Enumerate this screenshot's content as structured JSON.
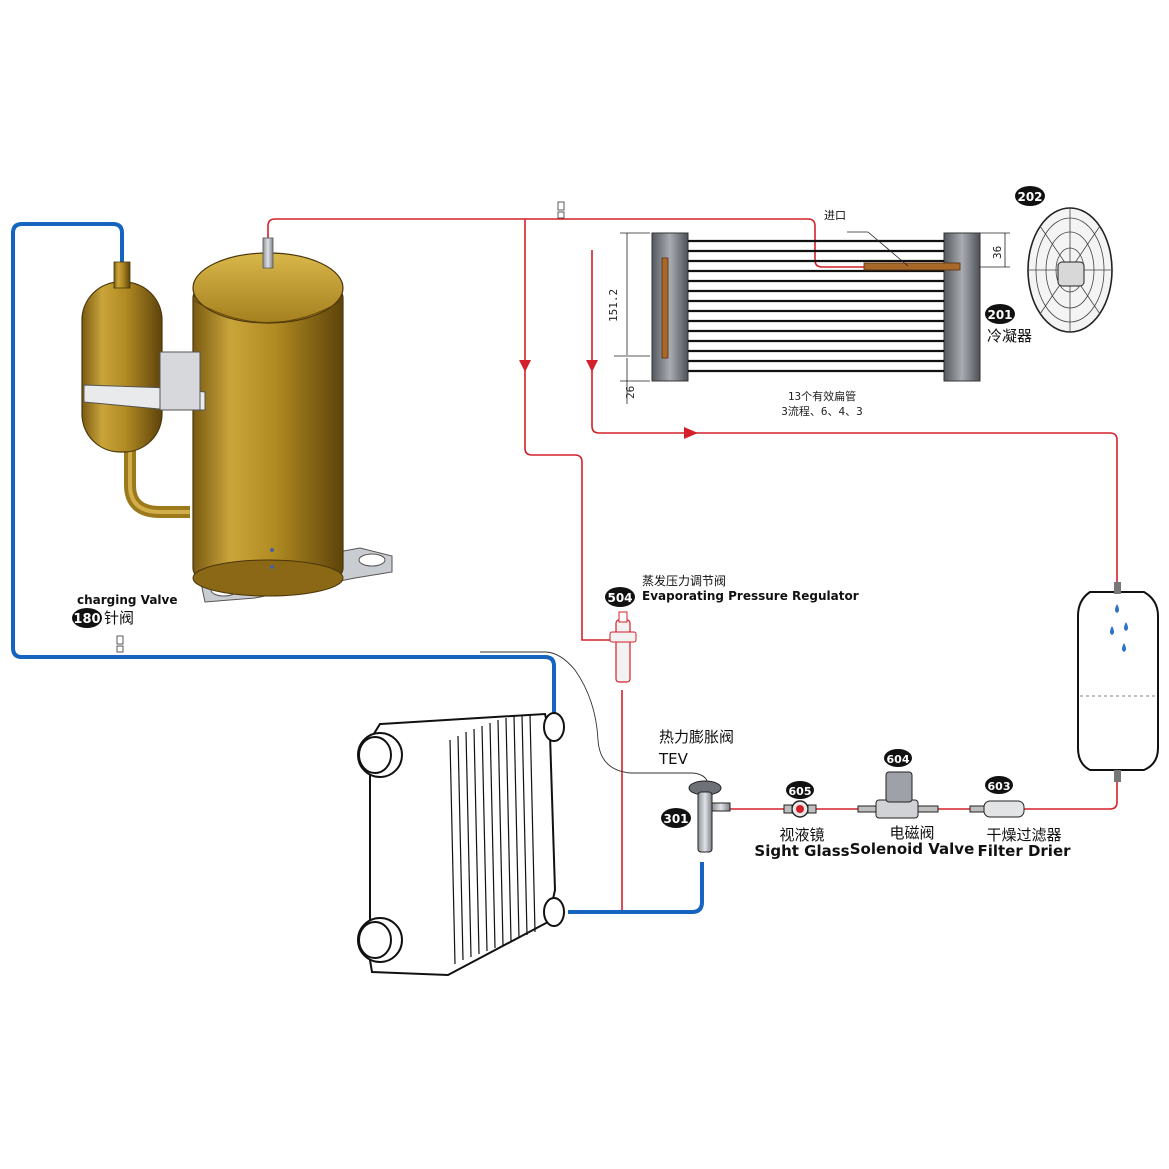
{
  "components": {
    "charging_valve": {
      "number": "180",
      "name_en": "charging Valve",
      "name_cn": "针阀"
    },
    "evap_regulator": {
      "number": "504",
      "name_cn": "蒸发压力调节阀",
      "name_en": "Evaporating Pressure Regulator"
    },
    "tev": {
      "number": "301",
      "name_cn": "热力膨胀阀",
      "name_en": "TEV"
    },
    "sight_glass": {
      "number": "605",
      "name_cn": "视液镜",
      "name_en": "Sight Glass"
    },
    "solenoid_valve": {
      "number": "604",
      "name_cn": "电磁阀",
      "name_en": "Solenoid Valve"
    },
    "filter_drier": {
      "number": "603",
      "name_cn": "干燥过滤器",
      "name_en": "Filter Drier"
    },
    "condenser": {
      "number": "201",
      "name_cn": "冷凝器"
    },
    "fan": {
      "number": "202"
    }
  },
  "condenser_drawing": {
    "inlet_label": "进口",
    "dim_height": "151.2",
    "dim_top": "36",
    "dim_bottom": "26",
    "tubes_note_1": "13个有效扁管",
    "tubes_note_2": "3流程、6、4、3"
  },
  "colors": {
    "hot_line": "#d4202a",
    "cold_line": "#1565c0",
    "brass": "#b8922a",
    "badge": "#111111"
  }
}
